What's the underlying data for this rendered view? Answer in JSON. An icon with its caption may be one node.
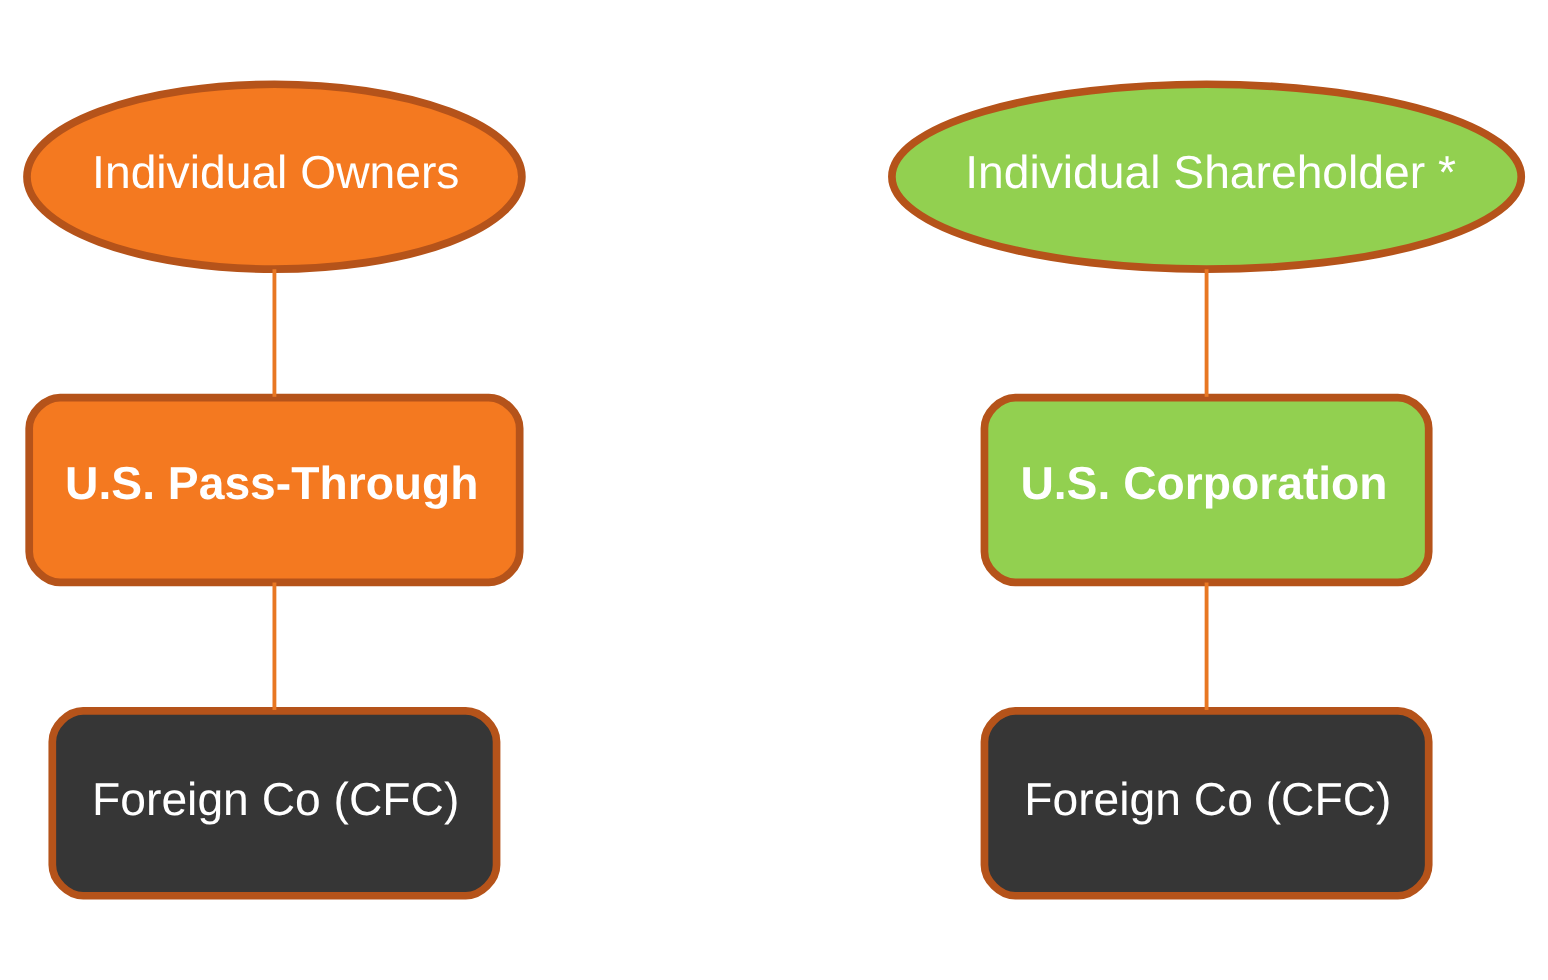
{
  "diagram": {
    "nodes": [
      {
        "text": [
          "Individual Owners"
        ]
      },
      {
        "text": [
          "U.S. Pass-Through"
        ]
      },
      {
        "text": [
          "Foreign Co (CFC)"
        ]
      },
      {
        "text": [
          "Individual Shareholder *"
        ]
      },
      {
        "text": [
          "U.S. Corporation"
        ]
      },
      {
        "text": [
          "Foreign Co (CFC)"
        ]
      }
    ],
    "edges": [
      {
        "from": 0,
        "to": 1,
        "arrow": "none"
      },
      {
        "from": 1,
        "to": 2,
        "arrow": "none"
      },
      {
        "from": 3,
        "to": 4,
        "arrow": "none"
      },
      {
        "from": 4,
        "to": 5,
        "arrow": "none"
      }
    ]
  }
}
